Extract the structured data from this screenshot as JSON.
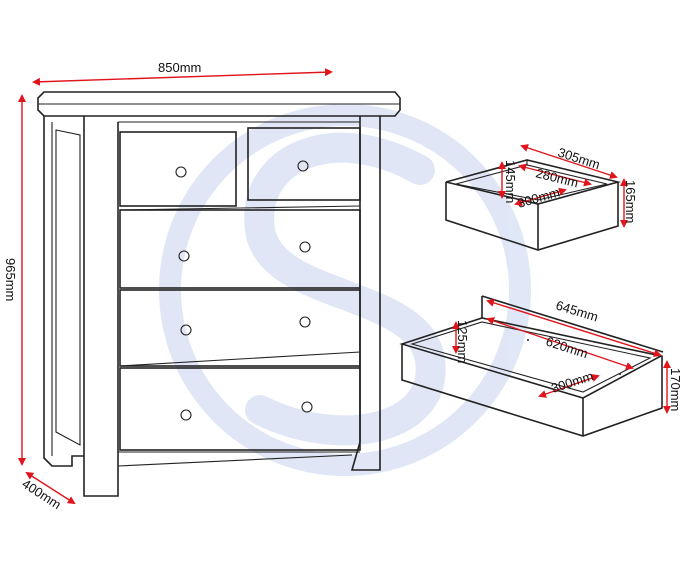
{
  "dimensions": {
    "chest_width": "850mm",
    "chest_height": "965mm",
    "chest_depth": "400mm",
    "small_drawer_outer_width": "305mm",
    "small_drawer_inner_width": "280mm",
    "small_drawer_inner_depth": "300mm",
    "small_drawer_inner_height": "145mm",
    "small_drawer_outer_height": "165mm",
    "large_drawer_outer_width": "645mm",
    "large_drawer_inner_width": "620mm",
    "large_drawer_inner_depth": "300mm",
    "large_drawer_inner_height": "125mm",
    "large_drawer_outer_height": "170mm"
  },
  "colors": {
    "dimension_arrow": "#e0141b",
    "outline": "#222222",
    "watermark": "#dde4f5"
  },
  "watermark": {
    "icon": "circled-s-logo-icon"
  }
}
